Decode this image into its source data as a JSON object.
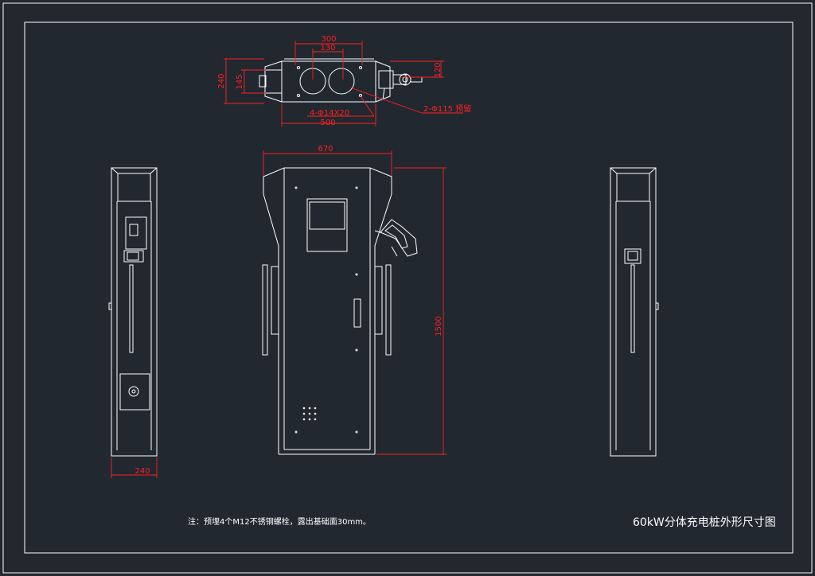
{
  "drawing": {
    "title": "60kW分体充电桩外形尺寸图",
    "note": "注：预埋4个M12不锈钢螺栓，露出基础面30mm。"
  },
  "dimensions": {
    "top_width_outer": "500",
    "top_width_mid": "300",
    "top_width_inner": "130",
    "top_depth_total": "240",
    "top_depth_inner": "145",
    "top_side": "120",
    "holes": "4-Φ14X20",
    "openings": "2-Φ115 预留",
    "front_width": "670",
    "front_height": "1500",
    "side_width": "240"
  },
  "colors": {
    "background": "#212830",
    "lines": "#ffffff",
    "dimensions": "#ff2020"
  }
}
